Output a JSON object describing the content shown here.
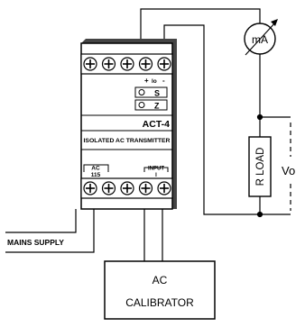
{
  "transmitter": {
    "polarity_plus": "+",
    "polarity_lo": "lo",
    "polarity_minus": "-",
    "span_label": "S",
    "zero_label": "Z",
    "model": "ACT-4",
    "description": "ISOLATED AC TRANSMITTER",
    "supply_label_top": "AC",
    "supply_label_bottom": "115",
    "input_label_top": "INPUT",
    "input_label_bottom": "I"
  },
  "meter": {
    "label": "mA"
  },
  "load": {
    "label": "R  LOAD"
  },
  "output_voltage": {
    "label": "Vo"
  },
  "mains": {
    "label": "MAINS SUPPLY"
  },
  "calibrator": {
    "line1": "AC",
    "line2": "CALIBRATOR"
  },
  "colors": {
    "line": "#000000",
    "background": "#ffffff"
  }
}
